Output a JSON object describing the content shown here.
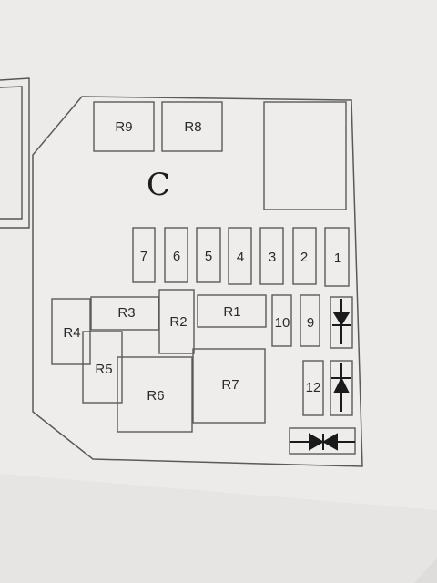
{
  "diagram": {
    "letter": "C",
    "relays": {
      "r1": "R1",
      "r2": "R2",
      "r3": "R3",
      "r4": "R4",
      "r5": "R5",
      "r6": "R6",
      "r7": "R7",
      "r8": "R8",
      "r9": "R9"
    },
    "fuses": {
      "f1": "1",
      "f2": "2",
      "f3": "3",
      "f4": "4",
      "f5": "5",
      "f6": "6",
      "f7": "7",
      "f9": "9",
      "f10": "10",
      "f12": "12"
    }
  }
}
